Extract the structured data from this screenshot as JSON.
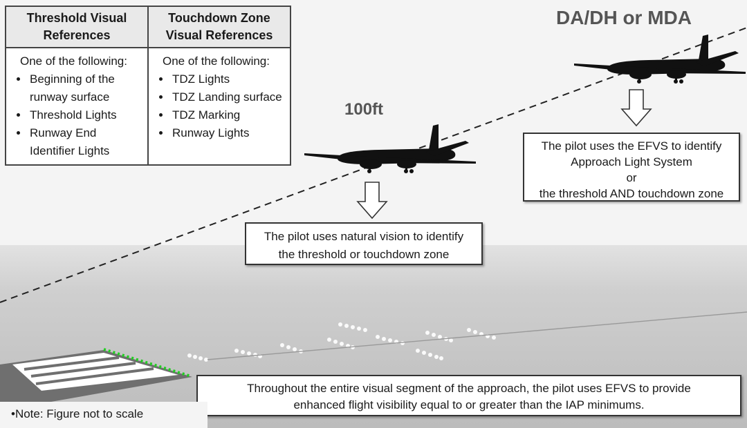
{
  "references_table": {
    "columns": [
      {
        "header": [
          "Threshold Visual",
          "References"
        ],
        "intro": "One of the following:",
        "items": [
          "Beginning of the runway surface",
          "Threshold Lights",
          "Runway End Identifier Lights"
        ]
      },
      {
        "header": [
          "Touchdown Zone",
          "Visual References"
        ],
        "intro": "One of the following:",
        "items": [
          "TDZ Lights",
          "TDZ Landing surface",
          "TDZ Marking",
          "Runway Lights"
        ]
      }
    ]
  },
  "labels": {
    "decision_altitude": "DA/DH or MDA",
    "hundred_ft": "100ft"
  },
  "callouts": {
    "efvs_upper": [
      "The pilot uses the EFVS to identify",
      "Approach Light System",
      "or",
      "the threshold AND touchdown zone"
    ],
    "natural_vision": [
      "The pilot uses natural vision to identify",
      "the threshold or touchdown zone"
    ],
    "visual_segment": [
      "Throughout the entire visual segment of the approach, the pilot uses EFVS to provide",
      "enhanced flight visibility equal to or greater than the IAP minimums."
    ]
  },
  "note": "•Note:  Figure not to scale",
  "colors": {
    "sky": "#f4f4f4",
    "ground_top": "#d0d0d0",
    "ground_bottom": "#b9b9b9",
    "aircraft": "#111111",
    "threshold_lights": "#22cc22",
    "approach_lights": "#ffffff"
  }
}
